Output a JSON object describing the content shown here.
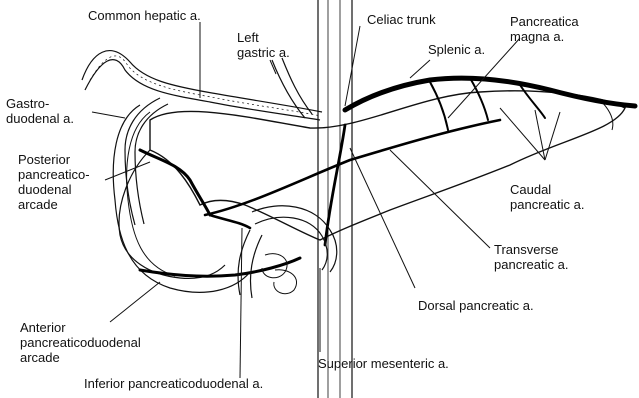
{
  "labels": {
    "common_hepatic": "Common hepatic a.",
    "left_gastric": [
      "Left",
      "gastric a."
    ],
    "celiac_trunk": "Celiac trunk",
    "pancreatica_magna": [
      "Pancreatica",
      "magna a."
    ],
    "splenic": "Splenic a.",
    "gastroduodenal": [
      "Gastro-",
      "duodenal a."
    ],
    "posterior_arcade": [
      "Posterior",
      "pancreatico-",
      "duodenal",
      "arcade"
    ],
    "caudal_pancreatic": [
      "Caudal",
      "pancreatic a."
    ],
    "transverse_pancreatic": [
      "Transverse",
      "pancreatic a."
    ],
    "dorsal_pancreatic": "Dorsal pancreatic a.",
    "anterior_arcade": [
      "Anterior",
      "pancreaticoduodenal",
      "arcade"
    ],
    "superior_mesenteric": "Superior mesenteric a.",
    "inferior_pancreaticoduodenal": "Inferior pancreaticoduodenal a."
  },
  "colors": {
    "ink": "#111111",
    "background": "#ffffff"
  }
}
